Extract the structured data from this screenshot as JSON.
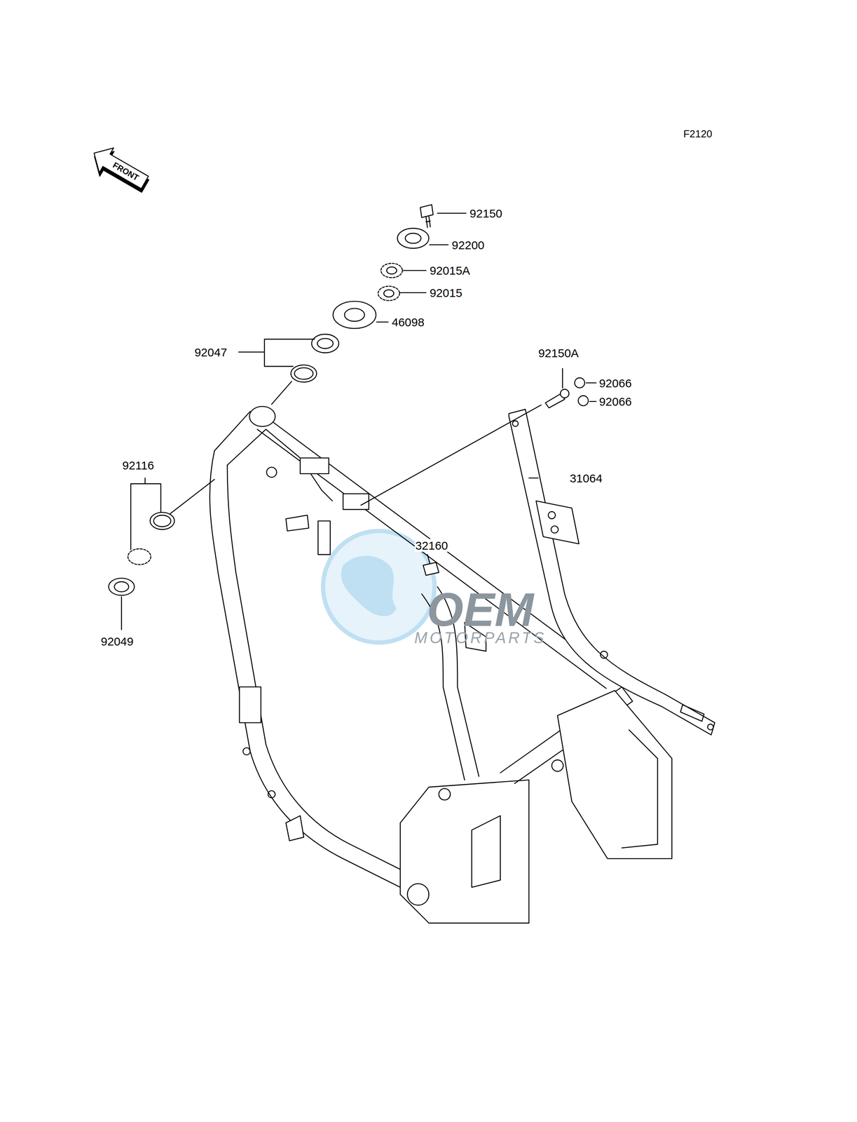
{
  "diagram": {
    "labels": [
      "F2120",
      "FRONT",
      "92150",
      "92200",
      "92015A",
      "92015",
      "46098",
      "92047",
      "92150A",
      "92066",
      "92066",
      "31064",
      "92116",
      "32160",
      "92049",
      "OEM",
      "MOTORPARTS"
    ]
  }
}
